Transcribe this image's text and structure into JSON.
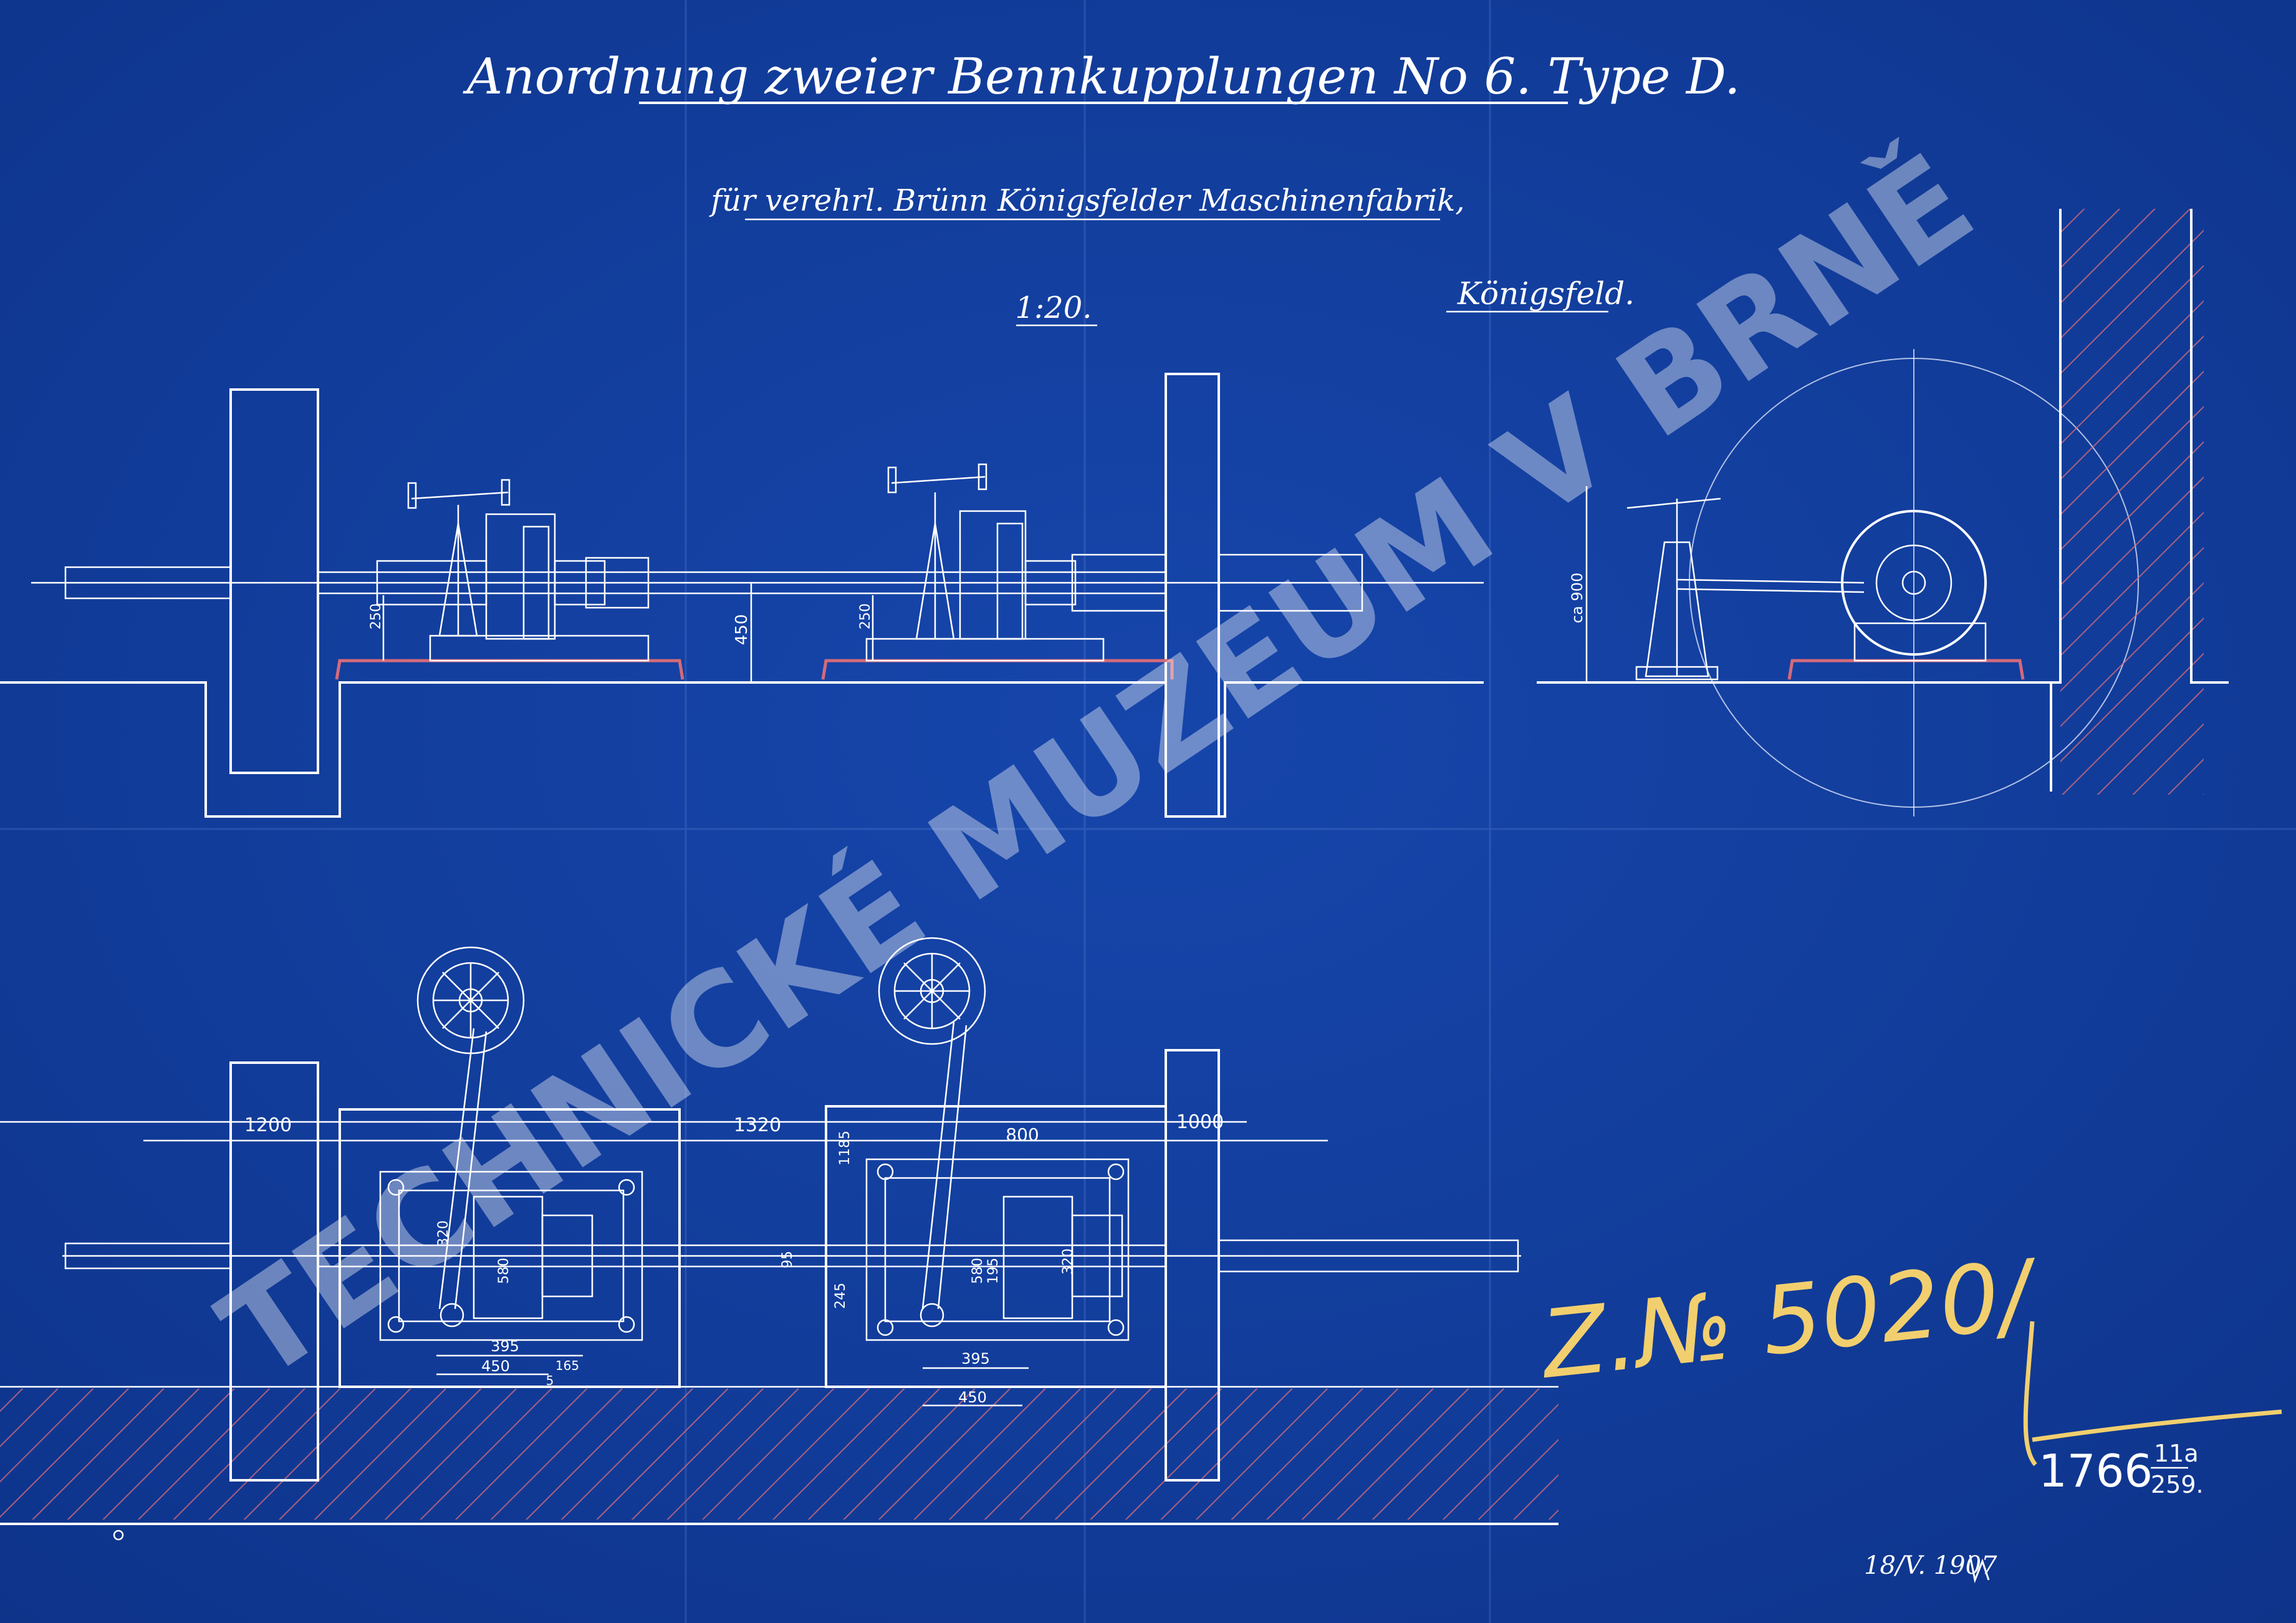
{
  "title": "Anordnung zweier Bennkupplungen No 6. Type D.",
  "subtitle": "für verehrl. Brünn Königsfelder Maschinenfabrik,",
  "scale": "1:20.",
  "location": "Königsfeld.",
  "watermark": "TECHNICKÉ MUZEUM V BRNĚ",
  "archive_number": "Z.№ 5020/",
  "secondary_number": "1766",
  "secondary_fraction_top": "11a",
  "secondary_fraction_bottom": "259.",
  "date_signature": "18/V. 1907",
  "dimensions": {
    "d250_left": "250",
    "d450": "450",
    "d250_mid": "250",
    "d900": "ca 900",
    "d1200": "1200",
    "d1320": "1320",
    "d1000": "1000",
    "d1185": "1185",
    "d245": "245",
    "d95": "95",
    "d800": "800",
    "d580": "580",
    "d320": "320",
    "d395_left": "395",
    "d450_left": "450",
    "d165": "165",
    "d395_right": "395",
    "d450_right": "450",
    "d580_right": "580",
    "d195": "195",
    "d320_right": "320",
    "d5": "5"
  },
  "colors": {
    "paper": "#123e9e",
    "lines": "#ffffff",
    "hatch": "#d46a7a",
    "chalk": "#f2cf6e"
  }
}
